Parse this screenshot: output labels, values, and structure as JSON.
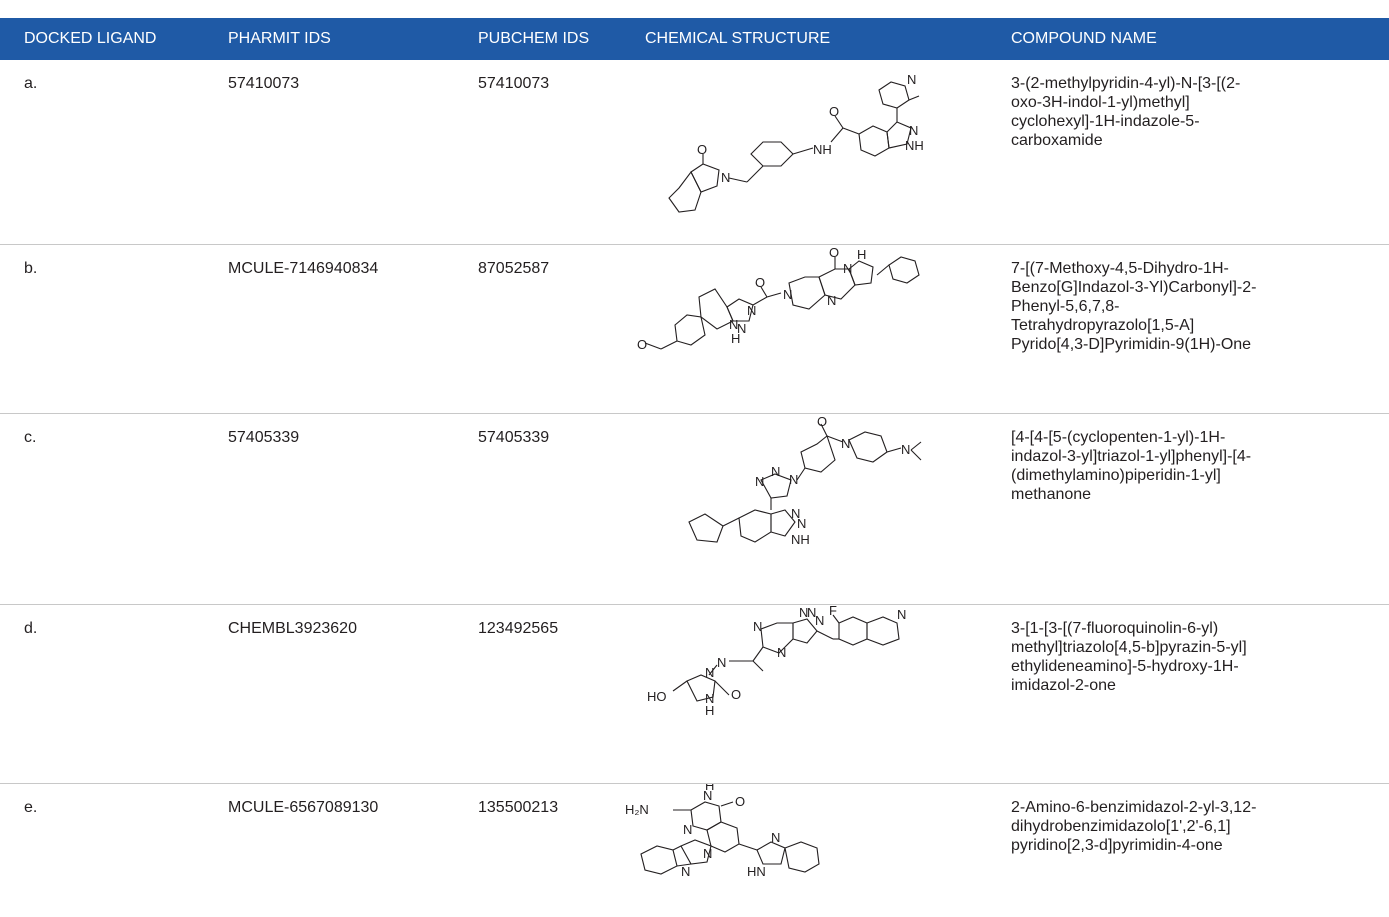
{
  "table": {
    "headers": {
      "docked_ligand": "DOCKED LIGAND",
      "pharmit_ids": "PHARMIT IDS",
      "pubchem_ids": "PUBCHEM IDS",
      "chemical_structure": "CHEMICAL STRUCTURE",
      "compound_name": "COMPOUND NAME"
    },
    "rows": [
      {
        "ligand": "a.",
        "pharmit_id": "57410073",
        "pubchem_id": "57410073",
        "structure_labels": [
          "N",
          "N",
          "NH",
          "O",
          "NH",
          "O",
          "N"
        ],
        "name_lines": [
          "3-(2-methylpyridin-4-yl)-N-[3-[(2-",
          "oxo-3H-indol-1-yl)methyl]",
          "cyclohexyl]-1H-indazole-5-",
          "carboxamide"
        ]
      },
      {
        "ligand": "b.",
        "pharmit_id": "MCULE-7146940834",
        "pubchem_id": "87052587",
        "structure_labels": [
          "O",
          "N",
          "H",
          "N",
          "N",
          "N",
          "N",
          "O",
          "N",
          "H",
          "O"
        ],
        "name_lines": [
          "7-[(7-Methoxy-4,5-Dihydro-1H-",
          "Benzo[G]Indazol-3-Yl)Carbonyl]-2-",
          "Phenyl-5,6,7,8-",
          "Tetrahydropyrazolo[1,5-A]",
          "Pyrido[4,3-D]Pyrimidin-9(1H)-One"
        ]
      },
      {
        "ligand": "c.",
        "pharmit_id": "57405339",
        "pubchem_id": "57405339",
        "structure_labels": [
          "O",
          "N",
          "N",
          "N",
          "N",
          "N",
          "N",
          "N",
          "NH"
        ],
        "name_lines": [
          "[4-[4-[5-(cyclopenten-1-yl)-1H-",
          "indazol-3-yl]triazol-1-yl]phenyl]-[4-",
          "(dimethylamino)piperidin-1-yl]",
          "methanone"
        ]
      },
      {
        "ligand": "d.",
        "pharmit_id": "CHEMBL3923620",
        "pubchem_id": "123492565",
        "structure_labels": [
          "N",
          "N",
          "N",
          "F",
          "N",
          "N",
          "N",
          "N",
          "N",
          "O",
          "HO",
          "N",
          "H"
        ],
        "name_lines": [
          "3-[1-[3-[(7-fluoroquinolin-6-yl)",
          "methyl]triazolo[4,5-b]pyrazin-5-yl]",
          "ethylideneamino]-5-hydroxy-1H-",
          "imidazol-2-one"
        ]
      },
      {
        "ligand": "e.",
        "pharmit_id": "MCULE-6567089130",
        "pubchem_id": "135500213",
        "structure_labels": [
          "H₂N",
          "N",
          "H",
          "O",
          "N",
          "N",
          "N",
          "N",
          "HN"
        ],
        "name_lines": [
          "2-Amino-6-benzimidazol-2-yl-3,12-",
          "dihydrobenzimidazolo[1',2'-6,1]",
          "pyridino[2,3-d]pyrimidin-4-one"
        ]
      }
    ]
  },
  "colors": {
    "header_bg": "#1f5aa6",
    "header_text": "#ffffff",
    "body_text": "#231f20",
    "row_rule": "#c8c8c8"
  }
}
